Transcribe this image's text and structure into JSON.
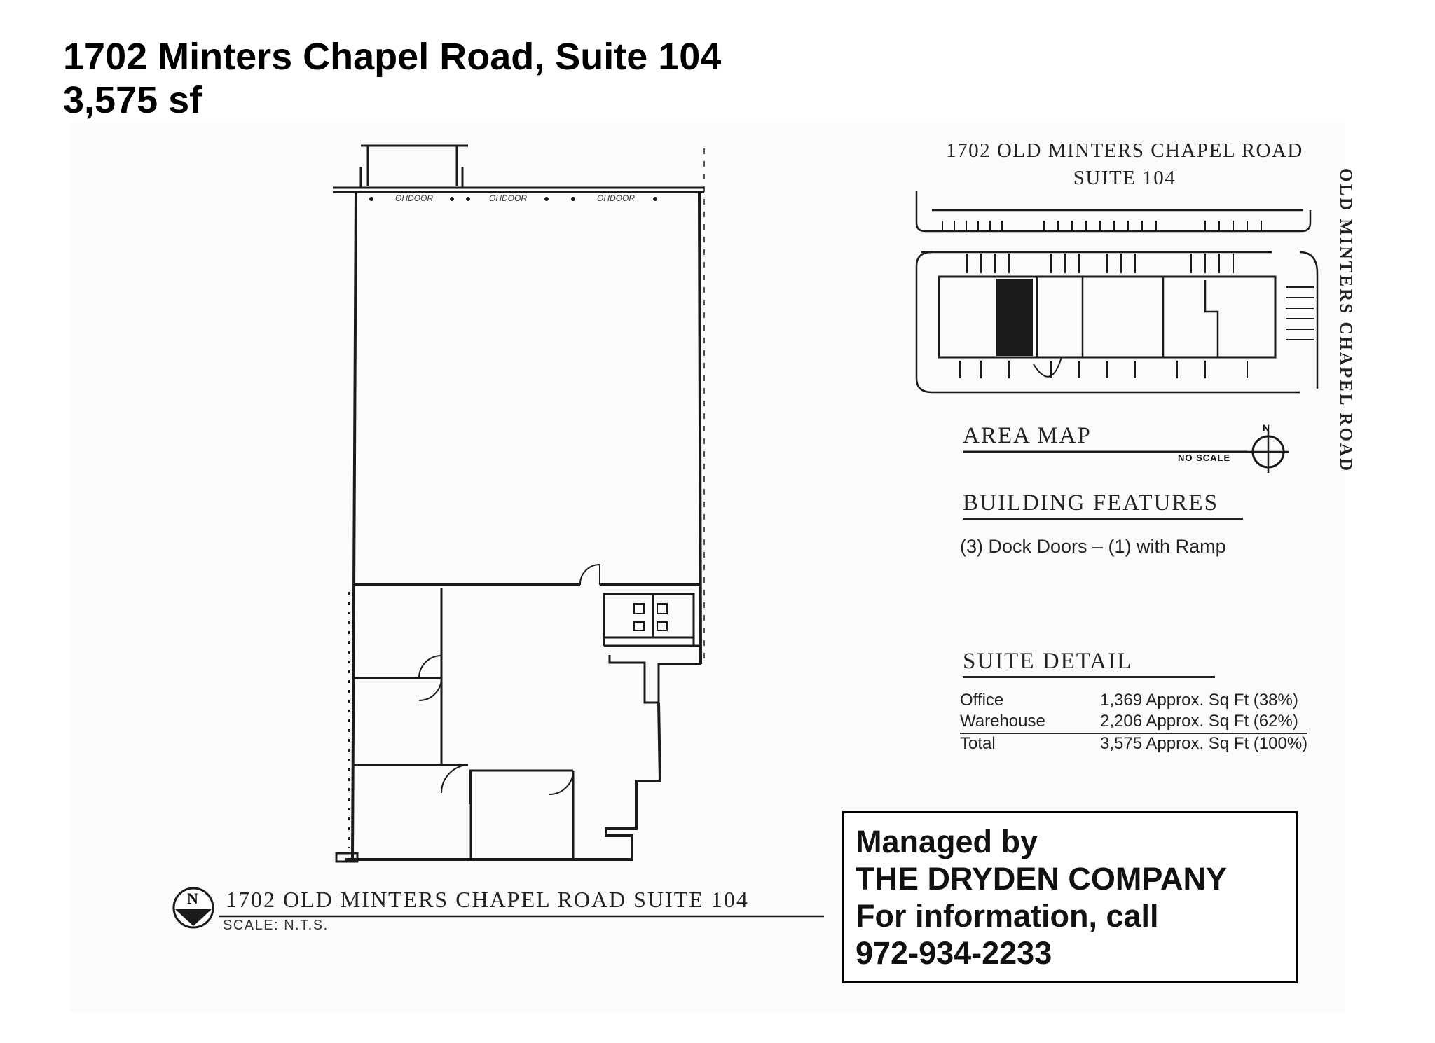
{
  "header": {
    "address_line": "1702 Minters Chapel Road, Suite 104",
    "size_line": "3,575 sf"
  },
  "site_plan": {
    "title_line1": "1702 OLD MINTERS CHAPEL ROAD",
    "title_line2": "SUITE 104",
    "road_label": "OLD MINTERS CHAPEL ROAD"
  },
  "area_map": {
    "heading": "AREA MAP",
    "scale_note": "NO SCALE",
    "north_letter": "N"
  },
  "building_features": {
    "heading": "BUILDING FEATURES",
    "items": [
      "(3) Dock Doors – (1) with Ramp"
    ]
  },
  "suite_detail": {
    "heading": "SUITE DETAIL",
    "rows": [
      {
        "label": "Office",
        "value": "1,369 Approx. Sq Ft (38%)"
      },
      {
        "label": "Warehouse",
        "value": "2,206 Approx. Sq Ft (62%)"
      },
      {
        "label": "Total",
        "value": "3,575 Approx. Sq Ft (100%)"
      }
    ]
  },
  "floor_plan": {
    "title": "1702 OLD MINTERS CHAPEL ROAD SUITE 104",
    "scale": "SCALE: N.T.S.",
    "north_letter": "N",
    "door_labels": [
      "OHDOOR",
      "OHDOOR",
      "OHDOOR"
    ]
  },
  "contact": {
    "line1": "Managed by",
    "line2": "THE DRYDEN COMPANY",
    "line3": "For information, call",
    "line4": "972-934-2233"
  }
}
